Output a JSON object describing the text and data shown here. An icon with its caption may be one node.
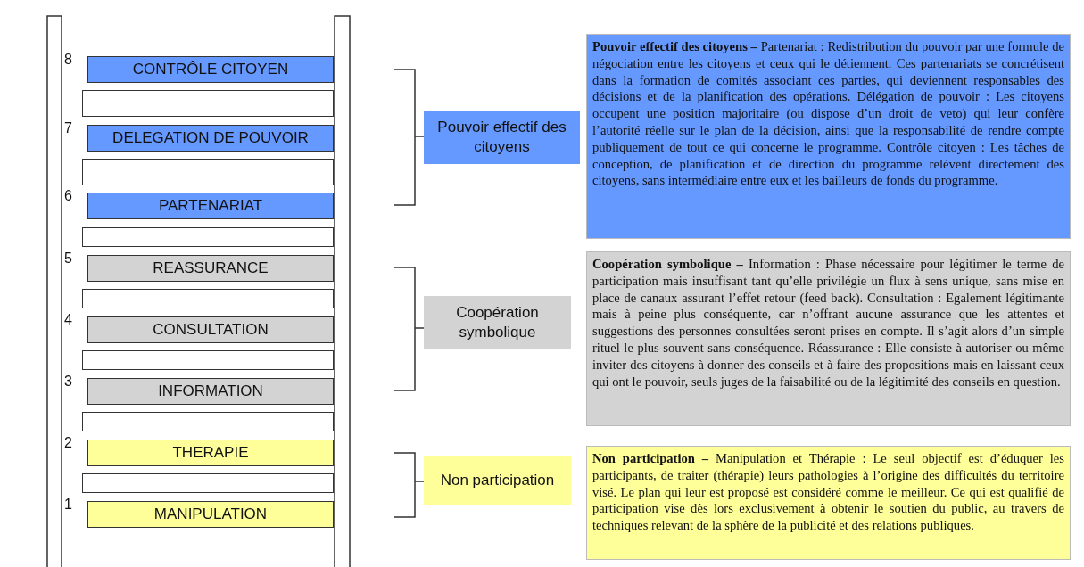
{
  "diagram": {
    "nodes": [
      {
        "text": [
          "CONTRÔLE CITOYEN"
        ],
        "beside": [
          "8"
        ]
      },
      {
        "text": [],
        "shape": "box"
      },
      {
        "text": [
          "DELEGATION DE POUVOIR"
        ],
        "beside": [
          "7"
        ]
      },
      {
        "text": [],
        "shape": "box"
      },
      {
        "text": [
          "PARTENARIAT"
        ],
        "beside": [
          "6"
        ]
      },
      {
        "text": [],
        "shape": "box"
      },
      {
        "text": [
          "REASSURANCE"
        ],
        "beside": [
          "5"
        ]
      },
      {
        "text": [],
        "shape": "box"
      },
      {
        "text": [
          "CONSULTATION"
        ],
        "beside": [
          "4"
        ]
      },
      {
        "text": [],
        "shape": "box"
      },
      {
        "text": [
          "INFORMATION"
        ],
        "beside": [
          "3"
        ]
      },
      {
        "text": [],
        "shape": "box"
      },
      {
        "text": [
          "THERAPIE"
        ],
        "beside": [
          "2"
        ]
      },
      {
        "text": [],
        "shape": "box"
      },
      {
        "text": [
          "MANIPULATION"
        ],
        "beside": [
          "1"
        ]
      },
      {
        "text": [
          "Pouvoir effectif des citoyens"
        ]
      },
      {
        "text": [
          "**Pouvoir effectif des citoyens –** Partenariat : Redistribution du pouvoir par une formule de négociation entre les citoyens et ceux qui le détiennent. Ces partenariats se concrétisent dans la formation de comités associant ces parties, qui deviennent responsables des décisions et de la planification des opérations. Délégation de pouvoir : Les citoyens occupent une position majoritaire (ou dispose d’un droit de veto) qui leur confère l’autorité réelle sur le plan de la décision, ainsi que la responsabilité de rendre compte publiquement de tout ce qui concerne le programme. Contrôle citoyen : Les tâches de conception, de planification et de direction du programme relèvent directement des citoyens, sans intermédiaire entre eux et les bailleurs de fonds du programme."
        ]
      },
      {
        "text": [
          "Coopération symbolique"
        ]
      },
      {
        "text": [
          "**Coopération symbolique –** Information : Phase nécessaire pour légitimer le terme de participation mais insuffisant tant qu’elle privilégie un flux à sens unique, sans mise en place de canaux assurant l’effet retour (feed back). Consultation : Egalement légitimante mais à peine plus conséquente, car n’offrant aucune assurance que les attentes et suggestions des personnes consultées seront prises en compte. Il s’agit alors d’un simple rituel le plus souvent sans conséquence. Réassurance : Elle consiste à autoriser ou même inviter des citoyens à donner des conseils et à faire des propositions mais en laissant ceux qui ont le pouvoir, seuls juges de la faisabilité ou de la légitimité des conseils en question."
        ]
      },
      {
        "text": [
          "Non participation"
        ]
      },
      {
        "text": [
          "**Non participation –** Manipulation et Thérapie : Le seul objectif est d’éduquer les participants, de traiter (thérapie) leurs pathologies à l’origine des difficultés du territoire visé. Le plan qui leur est proposé est considéré comme le meilleur. Ce qui est qualifié de participation vise dès lors exclusivement à obtenir le soutien du public, au travers de techniques relevant de la sphère de la publicité et des relations publiques."
        ]
      }
    ]
  }
}
